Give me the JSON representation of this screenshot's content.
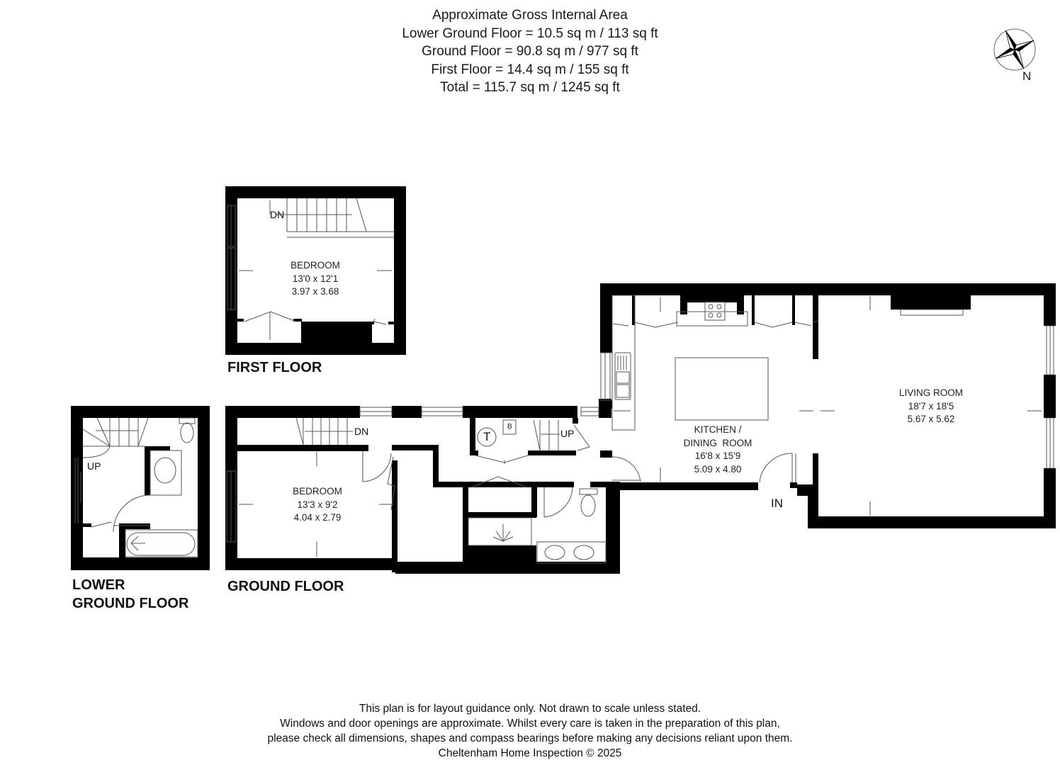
{
  "header": {
    "title": "Approximate Gross Internal Area",
    "areas": [
      "Lower Ground Floor = 10.5 sq m / 113 sq ft",
      "Ground Floor = 90.8 sq m / 977 sq ft",
      "First Floor = 14.4 sq m / 155 sq ft",
      "Total = 115.7 sq m / 1245 sq ft"
    ]
  },
  "compass": {
    "icon": "compass-rose-icon",
    "label": "N"
  },
  "floors": {
    "first": {
      "title": "FIRST FLOOR",
      "stairs_label": "DN",
      "rooms": [
        {
          "name": "BEDROOM",
          "imperial": "13'0 x 12'1",
          "metric": "3.97 x 3.68"
        }
      ]
    },
    "lower_ground": {
      "title_line1": "LOWER",
      "title_line2": "GROUND FLOOR",
      "stairs_label": "UP"
    },
    "ground": {
      "title": "GROUND FLOOR",
      "stairs_down_label": "DN",
      "stairs_up_label": "UP",
      "tank_label": "T",
      "boiler_label": "B",
      "entrance_label": "IN",
      "rooms": [
        {
          "name": "BEDROOM",
          "imperial": "13'3 x 9'2",
          "metric": "4.04 x 2.79"
        },
        {
          "name": "KITCHEN /",
          "name2": "DINING  ROOM",
          "imperial": "16'8 x 15'9",
          "metric": "5.09 x 4.80"
        },
        {
          "name": "LIVING ROOM",
          "imperial": "18'7 x 18'5",
          "metric": "5.67 x 5.62"
        }
      ]
    }
  },
  "footer": {
    "lines": [
      "This plan is for layout guidance only. Not drawn to scale unless stated.",
      "Windows and door openings are approximate. Whilst every care is taken in the preparation of this plan,",
      "please check all dimensions, shapes and compass bearings before making any decisions reliant upon them.",
      "Cheltenham Home Inspection © 2025"
    ]
  },
  "colors": {
    "wall": "#000000",
    "line": "#555555",
    "background": "#ffffff"
  }
}
